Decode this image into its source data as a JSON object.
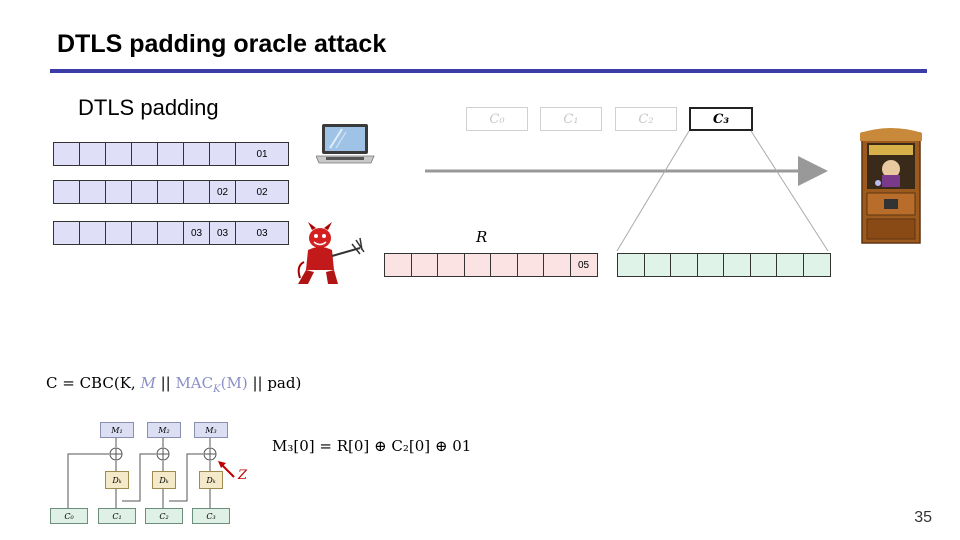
{
  "title": "DTLS padding oracle attack",
  "subtitle": "DTLS padding",
  "padding_rows": [
    [
      "",
      "",
      "",
      "",
      "",
      "",
      "",
      "01"
    ],
    [
      "",
      "",
      "",
      "",
      "",
      "",
      "02",
      "02"
    ],
    [
      "",
      "",
      "",
      "",
      "",
      "03",
      "03",
      "03"
    ]
  ],
  "ciphertext_blocks": [
    "C₀",
    "C₁",
    "C₂",
    "C₃"
  ],
  "r_label": "R",
  "r_row": [
    "",
    "",
    "",
    "",
    "",
    "",
    "",
    "05"
  ],
  "c2_row": [
    "",
    "",
    "",
    "",
    "",
    "",
    "",
    ""
  ],
  "formula_cbc": {
    "prefix": "C = CBC(K, ",
    "m": "M",
    "sep": " || ",
    "mac": "MAC",
    "mac_sub": "K",
    "mac_arg": "(M)",
    "suffix": " || pad)"
  },
  "formula_m3": "M₃[0] = R[0] ⊕ C₂[0] ⊕ 01",
  "cbc_diagram": {
    "plaintext": [
      "M₁",
      "M₂",
      "M₃"
    ],
    "decrypt": [
      "Dₖ",
      "Dₖ",
      "Dₖ"
    ],
    "ciphertext": [
      "C₀",
      "C₁",
      "C₂",
      "C₃"
    ],
    "z_label": "Z"
  },
  "icons": [
    "laptop-icon",
    "devil-icon",
    "fortune-teller-machine-icon"
  ],
  "colors": {
    "title_rule": "#3c3ca8",
    "padding_fill": "#dfe0f7",
    "r_fill": "#fbe3e3",
    "c2_fill": "#dff3e8",
    "arrow": "#999999",
    "z_arrow": "#c00000"
  },
  "page_number": "35"
}
